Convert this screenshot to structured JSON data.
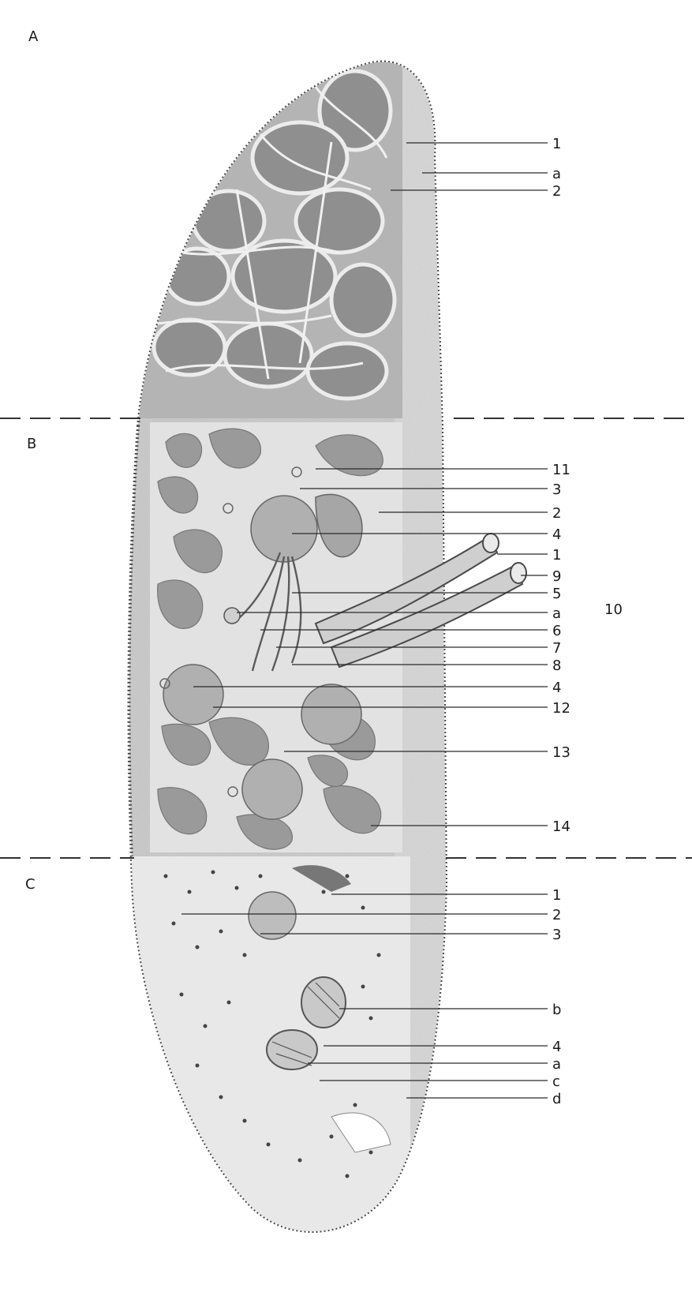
{
  "sections": {
    "a": "A",
    "b": "B",
    "c": "C"
  },
  "labels": {
    "section_a": [
      "1",
      "a",
      "2"
    ],
    "section_b": [
      "11",
      "3",
      "2",
      "4",
      "1",
      "9",
      "5",
      "a",
      "6",
      "7",
      "8",
      "4",
      "12",
      "13",
      "14"
    ],
    "section_b_group": "10",
    "section_c": [
      "1",
      "2",
      "3",
      "b",
      "4",
      "a",
      "c",
      "d"
    ]
  },
  "colors": {
    "ink": "#1b1b1b",
    "tissue_dark": "#9b9b9b",
    "tissue_mid": "#bdbdbd",
    "tissue_light": "#d9d9d9",
    "paper": "#ffffff"
  }
}
